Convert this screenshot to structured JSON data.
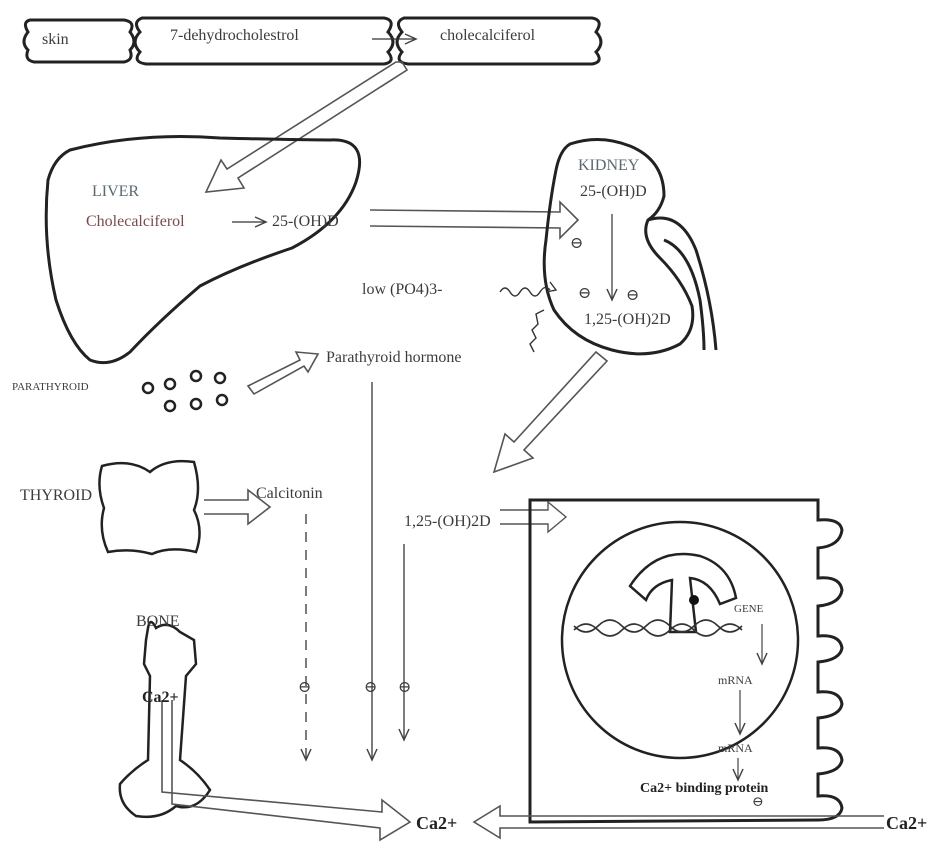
{
  "top_bar": {
    "skin": "skin",
    "precursor": "7-dehydrocholestrol",
    "product": "cholecalciferol"
  },
  "liver": {
    "title": "LIVER",
    "substrate": "Cholecalciferol",
    "product": "25-(OH)D"
  },
  "kidney": {
    "title": "KIDNEY",
    "substrate": "25-(OH)D",
    "product": "1,25-(OH)2D",
    "minus": "⊖"
  },
  "regulators": {
    "low_phosphate": "low (PO4)3-",
    "parathyroid_label": "PARATHYROID",
    "parathyroid_hormone": "Parathyroid hormone",
    "thyroid_label": "THYROID",
    "calcitonin": "Calcitonin",
    "vitd_active": "1,25-(OH)2D"
  },
  "bone": {
    "title": "BONE",
    "calcium": "Ca2+"
  },
  "cell": {
    "gene": "GENE",
    "mrna_1": "mRNA",
    "mrna_2": "mRNA",
    "protein": "Ca2+ binding protein",
    "calcium_out": "Ca2+"
  },
  "center": {
    "calcium_pool": "Ca2+"
  },
  "symbols": {
    "minus": "⊖"
  }
}
